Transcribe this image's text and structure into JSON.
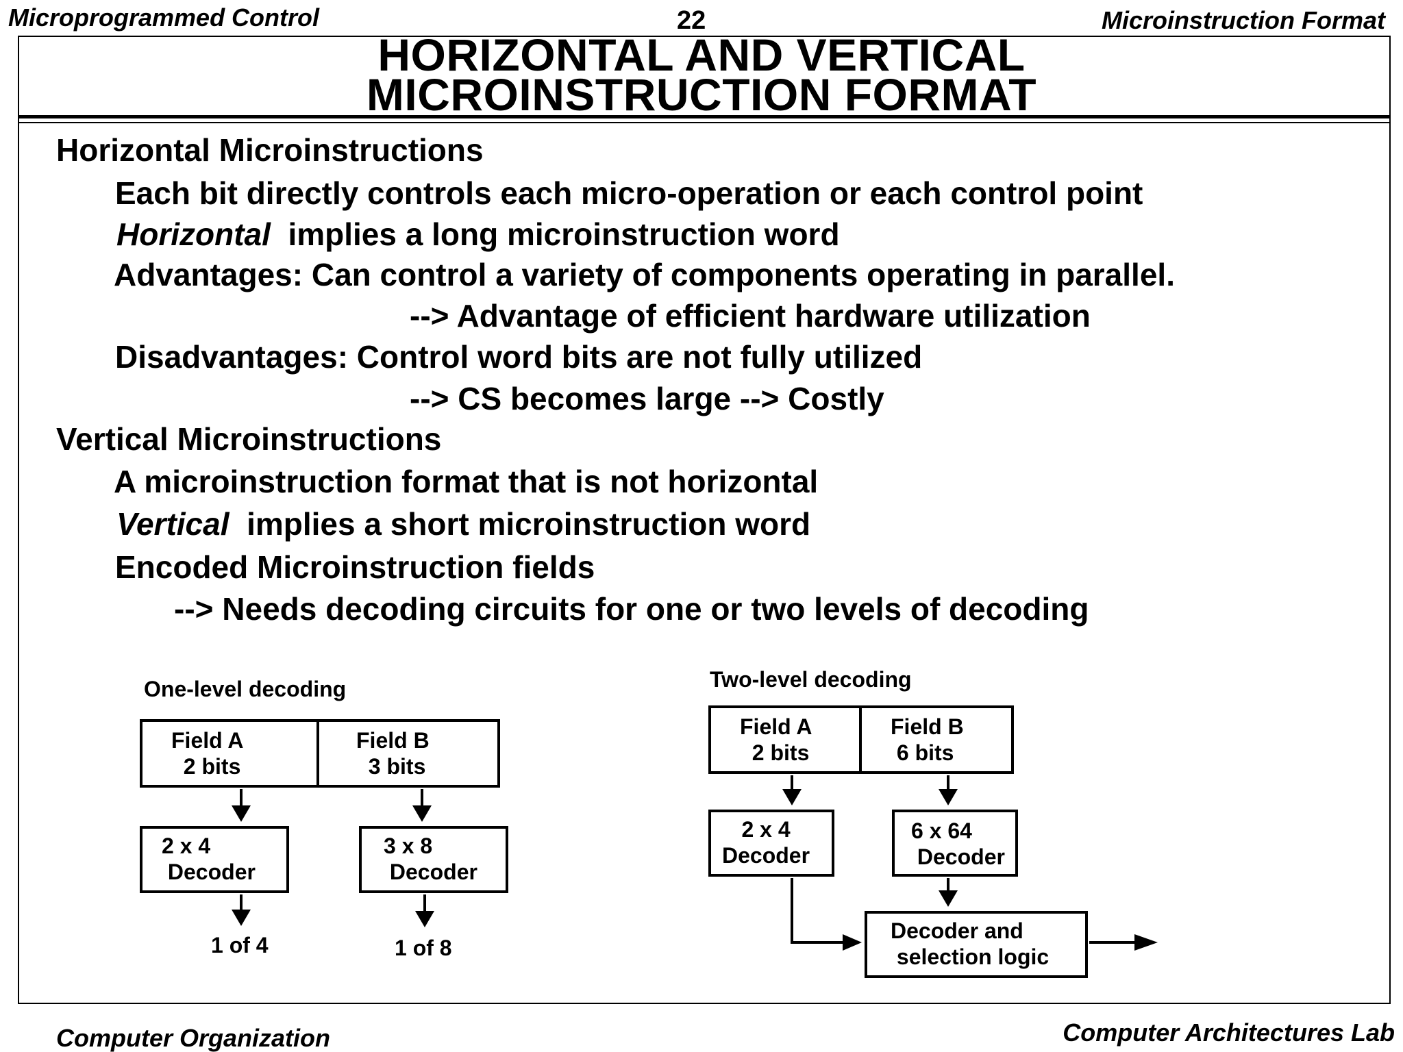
{
  "header": {
    "left": "Microprogrammed Control",
    "page_number": "22",
    "right": "Microinstruction Format"
  },
  "title": {
    "line1": "HORIZONTAL  AND VERTICAL",
    "line2": "MICROINSTRUCTION  FORMAT"
  },
  "body": {
    "horizontal_heading": "Horizontal Microinstructions",
    "h1": "Each bit directly controls each micro-operation or each control point",
    "h2_italic": "Horizontal",
    "h2_rest": "  implies a long microinstruction word",
    "h3": "Advantages: Can control a variety of components operating in parallel.",
    "h4": "--> Advantage of efficient hardware utilization",
    "h5": "Disadvantages: Control word bits are not fully utilized",
    "h6": "--> CS becomes large --> Costly",
    "vertical_heading": "Vertical Microinstructions",
    "v1": "A microinstruction format that is not horizontal",
    "v2_italic": "Vertical",
    "v2_rest": "  implies a short microinstruction word",
    "v3": "Encoded Microinstruction fields",
    "v4": "--> Needs decoding circuits for one or two levels of decoding"
  },
  "one_level": {
    "caption": "One-level decoding",
    "field_a": "Field A\n  2 bits",
    "field_b": "Field B\n  3 bits",
    "decoder_a": "2 x 4\n Decoder",
    "decoder_b": "3 x 8\n Decoder",
    "out_a": "1 of 4",
    "out_b": "1 of 8"
  },
  "two_level": {
    "caption": "Two-level  decoding",
    "field_a": "Field A\n  2 bits",
    "field_b": "Field B\n 6 bits",
    "decoder_a": "2 x 4\nDecoder",
    "decoder_b": "6 x 64\n Decoder",
    "selection": "Decoder and\n selection logic"
  },
  "footer": {
    "left": "Computer Organization",
    "right": "Computer Architectures Lab"
  }
}
